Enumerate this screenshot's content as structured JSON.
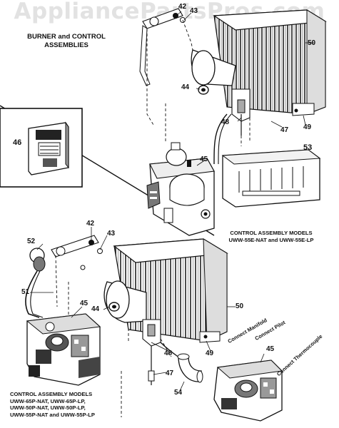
{
  "watermark": "AppliancePartsPros.com",
  "title_line1": "BURNER and CONTROL",
  "title_line2": "ASSEMBLIES",
  "caption_top_line1": "CONTROL ASSEMBLY MODELS",
  "caption_top_line2": "UWW-55E-NAT and UWW-55E-LP",
  "caption_bottom_line1": "CONTROL ASSEMBLY MODELS",
  "caption_bottom_line2": "UWW-65P-NAT, UWW-65P-LP,",
  "caption_bottom_line3": "UWW-50P-NAT, UWW-50P-LP,",
  "caption_bottom_line4": "UWW-55P-NAT and UWW-55P-LP",
  "connect_manifold": "Connect Manifold",
  "connect_pilot": "Connect Pilot",
  "connect_thermocouple": "Connect Thermocouple",
  "part_numbers": {
    "p42_top": "42",
    "p43_top": "43",
    "p50_top": "50",
    "p44_top": "44",
    "p48_top": "48",
    "p47_top": "47",
    "p49_top": "49",
    "p46": "46",
    "p45_top": "45",
    "p53": "53",
    "p52": "52",
    "p42_bot": "42",
    "p43_bot": "43",
    "p51": "51",
    "p45_bot": "45",
    "p44_bot": "44",
    "p50_bot": "50",
    "p48_bot": "48",
    "p49_bot": "49",
    "p47_bot": "47",
    "p54": "54",
    "p45_right": "45"
  }
}
